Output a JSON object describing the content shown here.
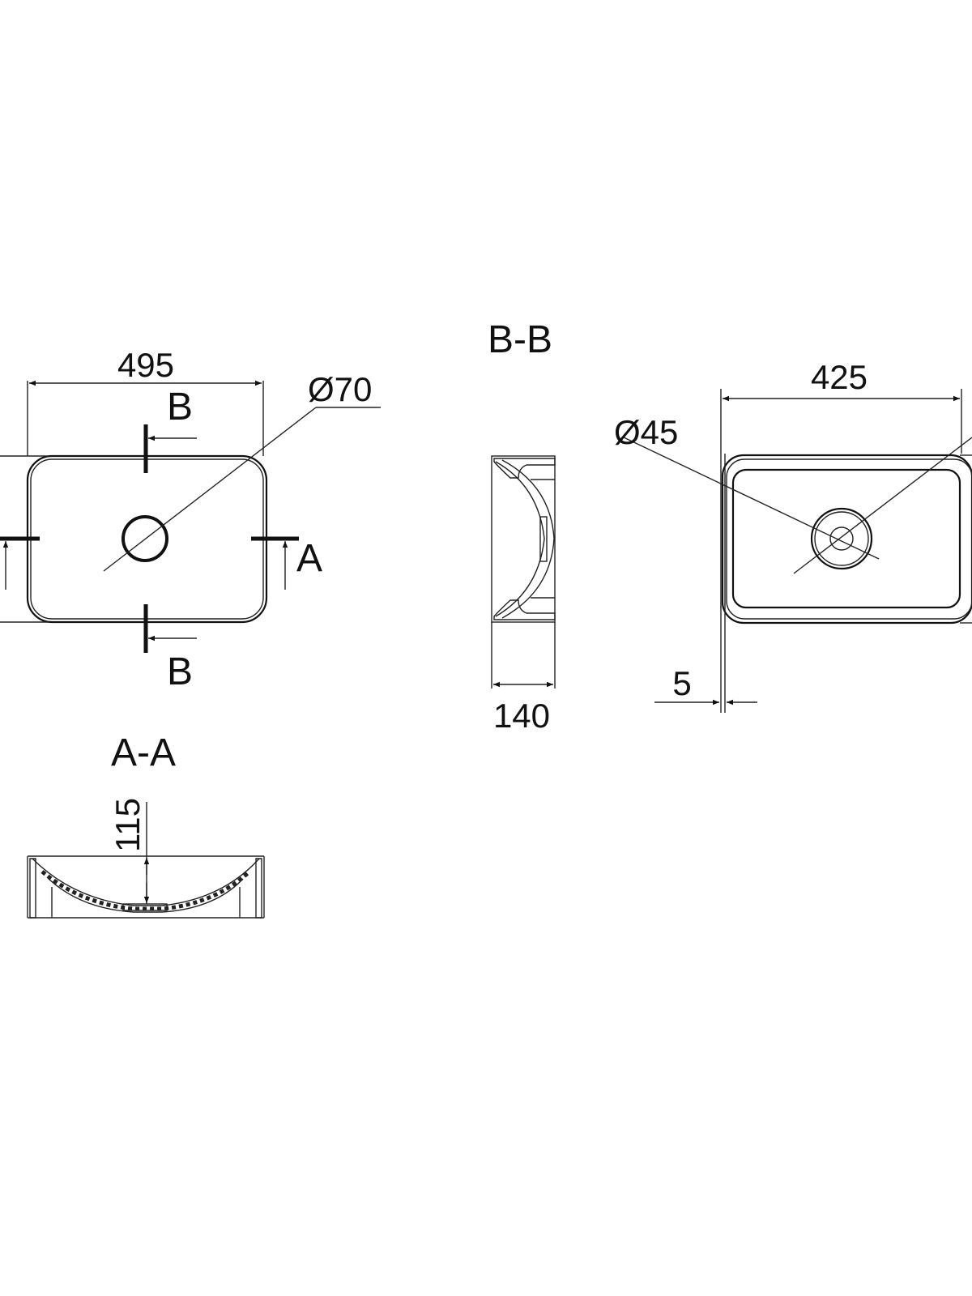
{
  "top_view": {
    "width_dim": "495",
    "drain_dim": "Ø70",
    "section_b_top": "B",
    "section_b_bottom": "B",
    "section_a_right": "A"
  },
  "section_bb": {
    "title": "B-B",
    "depth_dim": "140"
  },
  "bottom_view": {
    "width_dim": "425",
    "drain_dim": "Ø45",
    "wall_dim": "5"
  },
  "section_aa": {
    "title": "A-A",
    "height_dim": "115"
  }
}
